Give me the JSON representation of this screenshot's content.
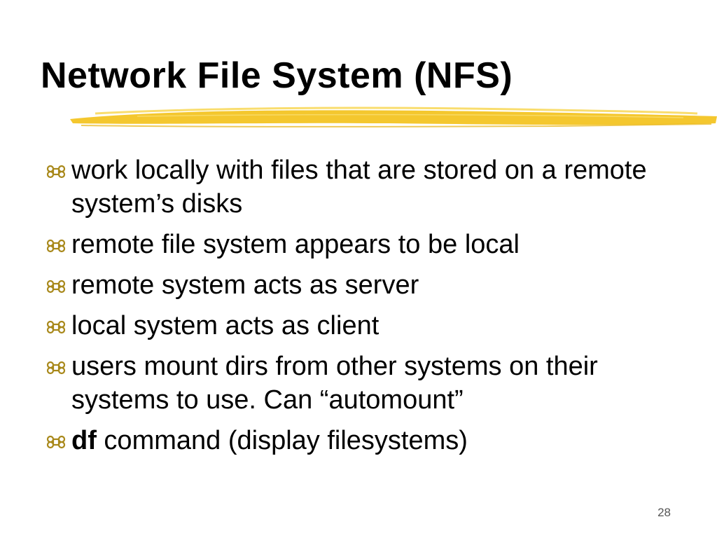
{
  "slide": {
    "title": "Network File System (NFS)",
    "bullet_icon": "command-key-icon",
    "accent_color": "#f3c21c",
    "bullet_color": "#a8881a",
    "bullets": [
      {
        "text": "work locally with files that are stored on a remote system’s disks"
      },
      {
        "text": "remote file system appears to be local"
      },
      {
        "text": "remote system acts as server"
      },
      {
        "text": "local system acts as client"
      },
      {
        "text": "users mount dirs from other systems on their systems to use. Can “automount”"
      },
      {
        "bold": "df",
        "text": " command (display filesystems)"
      }
    ],
    "page_number": "28"
  }
}
